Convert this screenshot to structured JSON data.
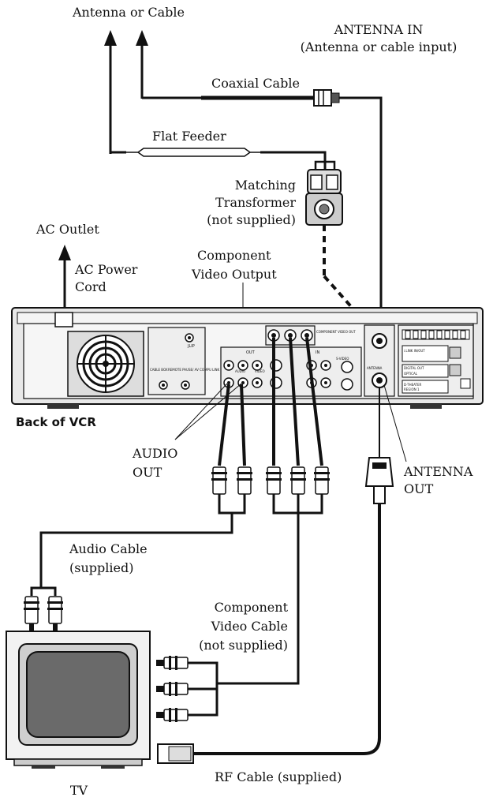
{
  "labels": {
    "antenna_or_cable": "Antenna or Cable",
    "antenna_in_1": "ANTENNA IN",
    "antenna_in_2": "(Antenna or cable input)",
    "coaxial_cable": "Coaxial Cable",
    "flat_feeder": "Flat Feeder",
    "matching_transformer_1": "Matching",
    "matching_transformer_2": "Transformer",
    "matching_transformer_3": "(not supplied)",
    "ac_outlet": "AC Outlet",
    "ac_power_cord_1": "AC Power",
    "ac_power_cord_2": "Cord",
    "component_video_output_1": "Component",
    "component_video_output_2": "Video Output",
    "back_of_vcr": "Back of VCR",
    "audio_out_1": "AUDIO",
    "audio_out_2": "OUT",
    "antenna_out_1": "ANTENNA",
    "antenna_out_2": "OUT",
    "audio_cable_1": "Audio Cable",
    "audio_cable_2": "(supplied)",
    "component_video_cable_1": "Component",
    "component_video_cable_2": "Video Cable",
    "component_video_cable_3": "(not supplied)",
    "rf_cable": "RF Cable (supplied)",
    "tv": "TV"
  },
  "panel_text": {
    "out": "OUT",
    "in": "IN",
    "component_video_out": "COMPONENT VIDEO OUT",
    "cable_box": "CABLE BOX",
    "remote_pause": "REMOTE PAUSE/ AV COMPU LINK",
    "jlip": "JLIP",
    "antenna": "ANTENNA",
    "s_video": "S-VIDEO",
    "audio": "AUDIO",
    "video": "VIDEO",
    "i_link": "i.LINK IN/OUT",
    "digital_out": "DIGITAL OUT",
    "optical": "OPTICAL",
    "d_theater": "D-THEATER",
    "region": "REGION 1"
  }
}
